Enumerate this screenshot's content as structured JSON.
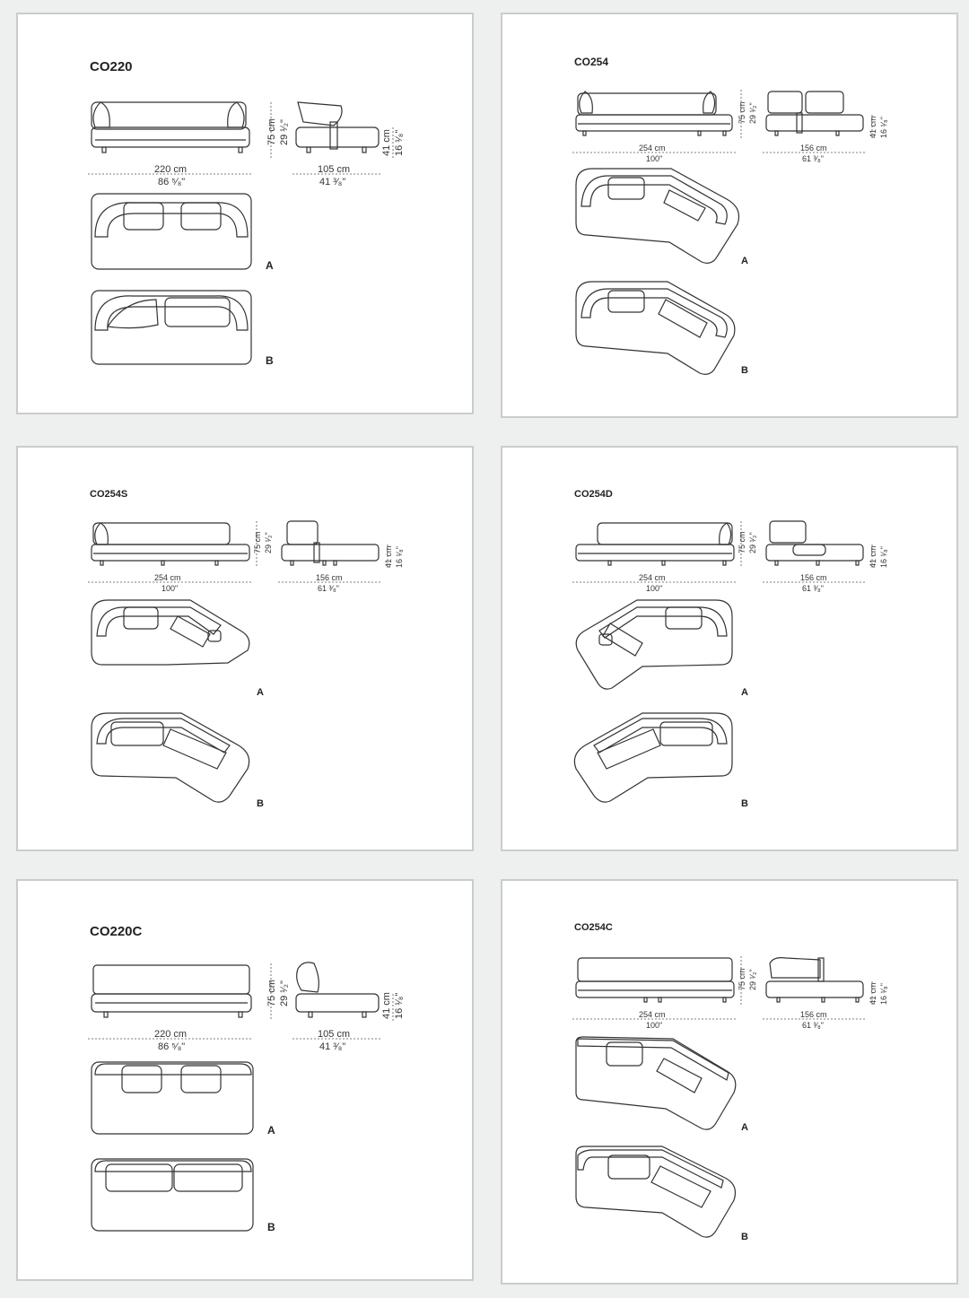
{
  "panels": [
    {
      "model": "CO220",
      "front_width": "220 cm",
      "front_width_in": "86 ⁵⁄₈\"",
      "height": "75 cm",
      "height_in": "29 ¹⁄₂\"",
      "side_depth": "105 cm",
      "side_depth_in": "41 ³⁄₈\"",
      "seat_height": "41 cm",
      "seat_height_in": "16 ¹⁄₈\"",
      "plan_a": "A",
      "plan_b": "B"
    },
    {
      "model": "CO254",
      "front_width": "254 cm",
      "front_width_in": "100\"",
      "height": "75 cm",
      "height_in": "29 ¹⁄₂\"",
      "side_depth": "156 cm",
      "side_depth_in": "61 ³⁄₈\"",
      "seat_height": "41 cm",
      "seat_height_in": "16 ¹⁄₈\"",
      "plan_a": "A",
      "plan_b": "B"
    },
    {
      "model": "CO254S",
      "front_width": "254 cm",
      "front_width_in": "100\"",
      "height": "75 cm",
      "height_in": "29 ¹⁄₂\"",
      "side_depth": "156 cm",
      "side_depth_in": "61 ³⁄₈\"",
      "seat_height": "41 cm",
      "seat_height_in": "16 ¹⁄₈\"",
      "plan_a": "A",
      "plan_b": "B"
    },
    {
      "model": "CO254D",
      "front_width": "254 cm",
      "front_width_in": "100\"",
      "height": "75 cm",
      "height_in": "29 ¹⁄₂\"",
      "side_depth": "156 cm",
      "side_depth_in": "61 ³⁄₈\"",
      "seat_height": "41 cm",
      "seat_height_in": "16 ¹⁄₈\"",
      "plan_a": "A",
      "plan_b": "B"
    },
    {
      "model": "CO220C",
      "front_width": "220 cm",
      "front_width_in": "86 ⁵⁄₈\"",
      "height": "75 cm",
      "height_in": "29 ¹⁄₂\"",
      "side_depth": "105 cm",
      "side_depth_in": "41 ³⁄₈\"",
      "seat_height": "41 cm",
      "seat_height_in": "16 ¹⁄₈\"",
      "plan_a": "A",
      "plan_b": "B"
    },
    {
      "model": "CO254C",
      "front_width": "254 cm",
      "front_width_in": "100\"",
      "height": "75 cm",
      "height_in": "29 ¹⁄₂\"",
      "side_depth": "156 cm",
      "side_depth_in": "61 ³⁄₈\"",
      "seat_height": "41 cm",
      "seat_height_in": "16 ¹⁄₈\"",
      "plan_a": "A",
      "plan_b": "B"
    }
  ],
  "colors": {
    "background": "#eef0f0",
    "panel": "#ffffff",
    "panel_border": "#c9ccce",
    "line": "#333333"
  }
}
